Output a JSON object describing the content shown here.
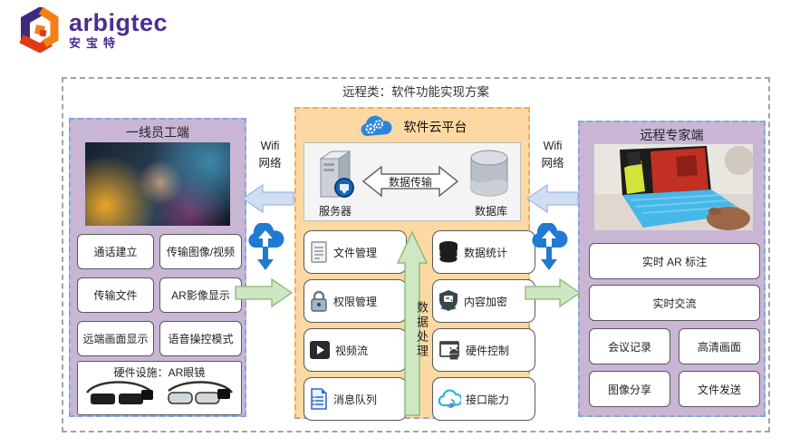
{
  "logo": {
    "brand": "arbigtec",
    "brand_cn": "安宝特"
  },
  "frame": {
    "title": "远程类：软件功能实现方案"
  },
  "worker_panel": {
    "title": "一线员工端",
    "features": [
      "通话建立",
      "传输图像/视频",
      "传输文件",
      "AR影像显示",
      "远端画面显示",
      "语音操控模式"
    ],
    "hardware_title": "硬件设施：AR眼镜"
  },
  "cloud_panel": {
    "title": "软件云平台",
    "server_label": "服务器",
    "database_label": "数据库",
    "transfer_label": "数据传输",
    "process_label": "数据处理",
    "features_left": [
      "文件管理",
      "权限管理",
      "视频流",
      "消息队列"
    ],
    "features_right": [
      "数据统计",
      "内容加密",
      "硬件控制",
      "接口能力"
    ]
  },
  "expert_panel": {
    "title": "远程专家端",
    "features_wide": [
      "实时 AR 标注",
      "实时交流"
    ],
    "features_grid": [
      "会议记录",
      "高清画面",
      "图像分享",
      "文件发送"
    ]
  },
  "connectors": {
    "wifi_line1": "Wifi",
    "wifi_line2": "网络"
  },
  "colors": {
    "panel_purple": "#c9b6d5",
    "panel_orange": "#fcd9a2",
    "cloud_blue": "#2a7fd4",
    "arrow_blue_fill": "#cfdef2",
    "arrow_green_fill": "#cde6c3",
    "accent_purple": "#4b2e8e"
  }
}
